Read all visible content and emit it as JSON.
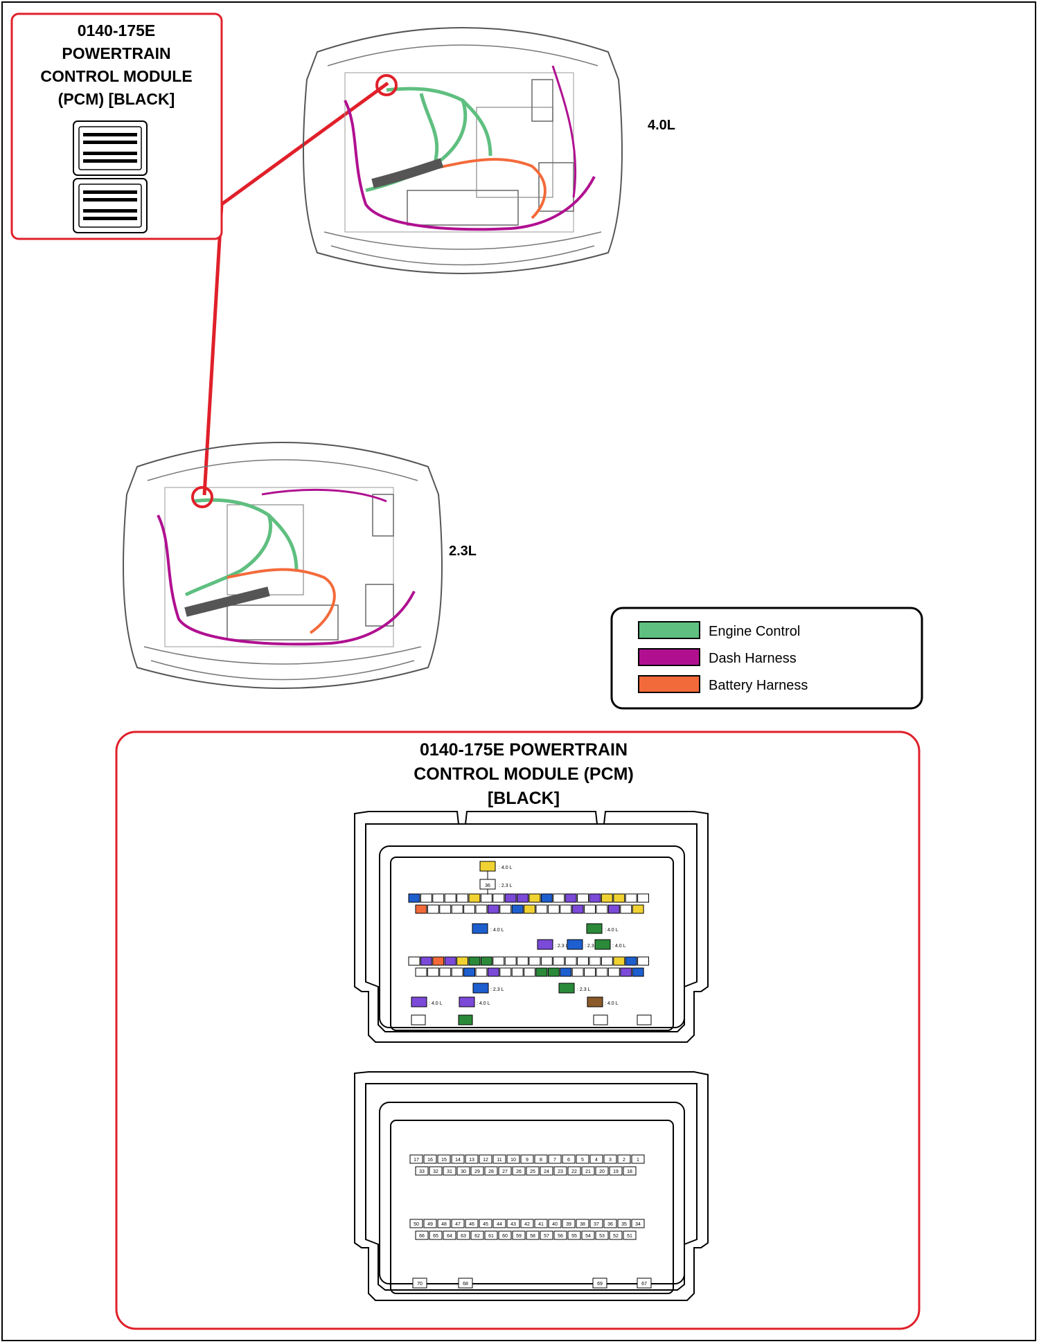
{
  "header_box": {
    "lines": [
      "0140-175E",
      "POWERTRAIN",
      "CONTROL MODULE",
      "(PCM) [BLACK]"
    ]
  },
  "views": [
    {
      "id": "upper",
      "label": "4.0L"
    },
    {
      "id": "lower",
      "label": "2.3L"
    }
  ],
  "legend": [
    {
      "label": "Engine Control",
      "color": "#5fbf80"
    },
    {
      "label": "Dash Harness",
      "color": "#b01090"
    },
    {
      "label": "Battery Harness",
      "color": "#f36a3a"
    }
  ],
  "detail_box": {
    "title_lines": [
      "0140-175E POWERTRAIN",
      "CONTROL MODULE (PCM)",
      "[BLACK]"
    ],
    "variant_tags": {
      "v40": ": 4.0 L",
      "v23": ": 2.3 L"
    },
    "upper_connector": {
      "top_callouts": [
        {
          "pin": "",
          "tag": ": 4.0 L"
        },
        {
          "pin": "36",
          "tag": ": 2.3 L"
        }
      ],
      "bottom_pads": [
        "",
        "",
        "",
        ""
      ]
    },
    "lower_connector": {
      "row1": [
        "17",
        "16",
        "15",
        "14",
        "13",
        "12",
        "11",
        "10",
        "9",
        "8",
        "7",
        "6",
        "5",
        "4",
        "3",
        "2",
        "1"
      ],
      "row2": [
        "33",
        "32",
        "31",
        "30",
        "29",
        "28",
        "27",
        "26",
        "25",
        "24",
        "23",
        "22",
        "21",
        "20",
        "19",
        "18"
      ],
      "row3": [
        "50",
        "49",
        "48",
        "47",
        "46",
        "45",
        "44",
        "43",
        "42",
        "41",
        "40",
        "39",
        "38",
        "37",
        "36",
        "35",
        "34"
      ],
      "row4": [
        "66",
        "65",
        "64",
        "63",
        "62",
        "61",
        "60",
        "59",
        "58",
        "57",
        "56",
        "55",
        "54",
        "53",
        "52",
        "51"
      ],
      "bottom_pads": [
        "70",
        "68",
        "69",
        "67"
      ]
    }
  },
  "colors": {
    "red": "#e0202a",
    "engine": "#5fbf80",
    "dash": "#b01090",
    "battery": "#f36a3a"
  }
}
